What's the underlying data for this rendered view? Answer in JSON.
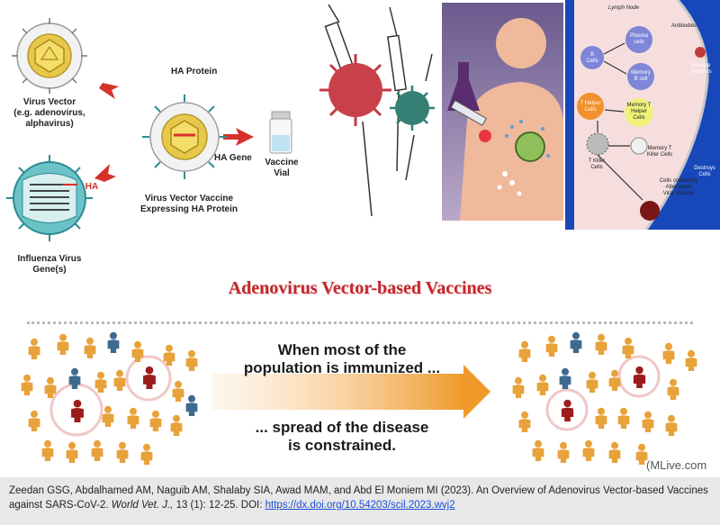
{
  "diagram": {
    "virus_vector_label": "Virus Vector\n(e.g. adenovirus,\nalphavirus)",
    "ha_protein_label": "HA Protein",
    "ha_gene_label": "HA Gene",
    "ha_label": "HA",
    "influenza_label": "Influenza Virus\nGene(s)",
    "vector_vaccine_label": "Virus Vector Vaccine\nExpressing HA Protein",
    "vaccine_vial_label": "Vaccine\nVial"
  },
  "immune_panel": {
    "lymph_node": "Lymph Node",
    "b_cells": "B\nCells",
    "plasma_cells": "Plasma\ncells",
    "antibodies": "Antibodies",
    "memory_b": "Memory\nB cell",
    "vaccine_antigens": "Vaccine\nAntigens",
    "t_helper": "T Helper\nCells",
    "memory_t_helper": "Memory T\nHelper\nCells",
    "memory_t_killer": "Memory T\nKiller Cells",
    "t_killer": "T Killer\nCells",
    "destroys": "Destroys\nCells",
    "cells_containing": "Cells containing\nAttenuated\nViral Vaccine"
  },
  "title": "Adenovirus Vector-based Vaccines",
  "herd": {
    "line1": "When most of the\npopulation is immunized ...",
    "line2": "... spread of the disease\nis constrained.",
    "source": "(MLive.com"
  },
  "citation": {
    "text": "Zeedan GSG, Abdalhamed AM, Naguib AM, Shalaby SIA, Awad MAM, and Abd El Moniem MI (2023). An Overview of Adenovirus Vector-based Vaccines against SARS-CoV-2. ",
    "journal": "World Vet. J.,",
    "details": " 13 (1): 12-25. DOI: ",
    "doi": "https://dx.doi.org/10.54203/scil.2023.wvj2"
  },
  "colors": {
    "arrow_red": "#d6312b",
    "title_red": "#c0282e",
    "person_orange": "#e8a23a",
    "person_blue": "#3f6a8f",
    "person_red": "#9c1c1c",
    "immune_bg": "#1747b8"
  }
}
